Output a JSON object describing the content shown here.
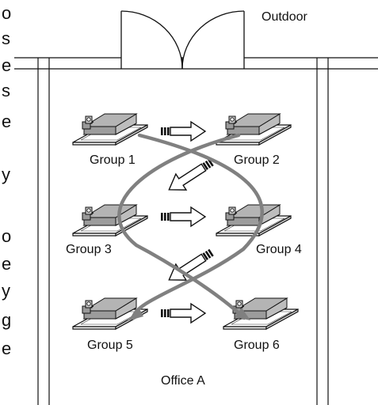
{
  "margin_letters": [
    "o",
    "s",
    "e",
    "s",
    "e",
    "y",
    "o",
    "e",
    "y",
    "g",
    "e"
  ],
  "labels": {
    "outdoor": "Outdoor",
    "room": "Office A",
    "groups": [
      "Group 1",
      "Group 2",
      "Group 3",
      "Group 4",
      "Group 5",
      "Group 6"
    ]
  },
  "colors": {
    "line": "#111111",
    "unit_body": "#a8a8a8",
    "swap_path": "#808080",
    "arrow_fill": "#ffffff"
  },
  "icons": {
    "indoor_unit": "ceiling-cassette-ac-icon",
    "rotation_arrow": "hollow-arrow-icon",
    "rotation_path": "curved-swap-path"
  }
}
